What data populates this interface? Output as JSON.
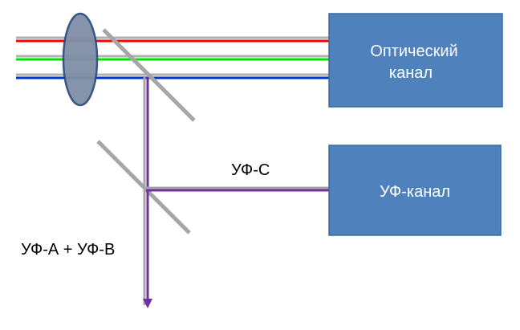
{
  "boxes": {
    "optical": {
      "label_line1": "Оптический",
      "label_line2": "канал",
      "color": "#4F81BD",
      "border": "#3A6A9E"
    },
    "uv": {
      "label": "УФ-канал",
      "color": "#4F81BD",
      "border": "#3A6A9E"
    }
  },
  "labels": {
    "uv_c": "УФ-С",
    "uv_ab": "УФ-А + УФ-В"
  },
  "beams": {
    "red": "#FF0000",
    "green": "#00CC00",
    "blue": "#0033CC",
    "violet": "#7030A0",
    "gray": "#A6A6A6"
  },
  "lens": {
    "fill": "#7F8FA6",
    "stroke": "#2F4F7F"
  }
}
